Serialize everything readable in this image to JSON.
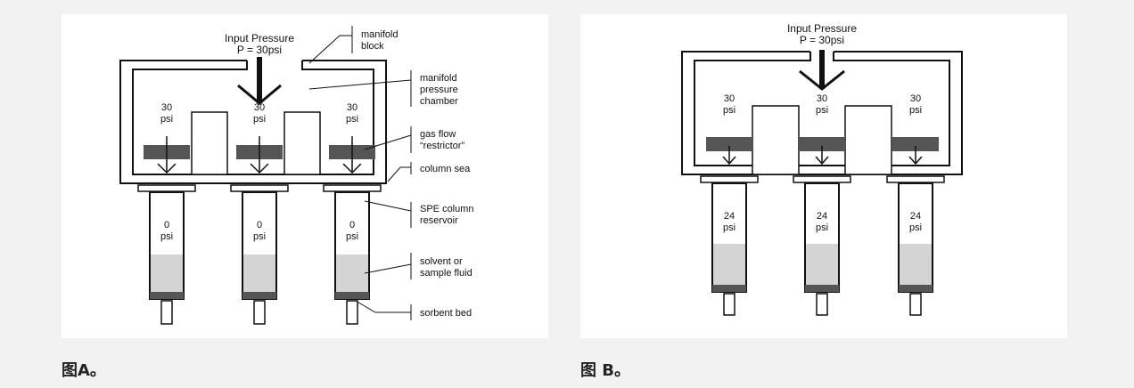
{
  "figures": [
    {
      "id": "a",
      "caption": "图A。",
      "input_pressure_title": "Input Pressure",
      "input_pressure_value": "P = 30psi",
      "chamber_pressures": [
        {
          "value": "30",
          "unit": "psi"
        },
        {
          "value": "30",
          "unit": "psi"
        },
        {
          "value": "30",
          "unit": "psi"
        }
      ],
      "column_pressures": [
        {
          "value": "0",
          "unit": "psi"
        },
        {
          "value": "0",
          "unit": "psi"
        },
        {
          "value": "0",
          "unit": "psi"
        }
      ],
      "labels": {
        "manifold_block": [
          "manifold",
          "block"
        ],
        "pressure_chamber": [
          "manifold",
          "pressure",
          "chamber"
        ],
        "restrictor": [
          "gas flow",
          "“restrictor”"
        ],
        "column_seal": [
          "column sea"
        ],
        "spe_reservoir": [
          "SPE column",
          "reservoir"
        ],
        "sample_fluid": [
          "solvent or",
          "sample fluid"
        ],
        "sorbent_bed": [
          "sorbent bed"
        ]
      }
    },
    {
      "id": "b",
      "caption": "图 B。",
      "input_pressure_title": "Input Pressure",
      "input_pressure_value": "P = 30psi",
      "chamber_pressures": [
        {
          "value": "30",
          "unit": "psi"
        },
        {
          "value": "30",
          "unit": "psi"
        },
        {
          "value": "30",
          "unit": "psi"
        }
      ],
      "column_pressures": [
        {
          "value": "24",
          "unit": "psi"
        },
        {
          "value": "24",
          "unit": "psi"
        },
        {
          "value": "24",
          "unit": "psi"
        }
      ]
    }
  ],
  "colors": {
    "line": "#111111",
    "restrictor": "#555555",
    "fluid": "#d4d4d4",
    "sorbent": "#555555",
    "panel": "#ffffff",
    "page": "#f2f2f2"
  }
}
